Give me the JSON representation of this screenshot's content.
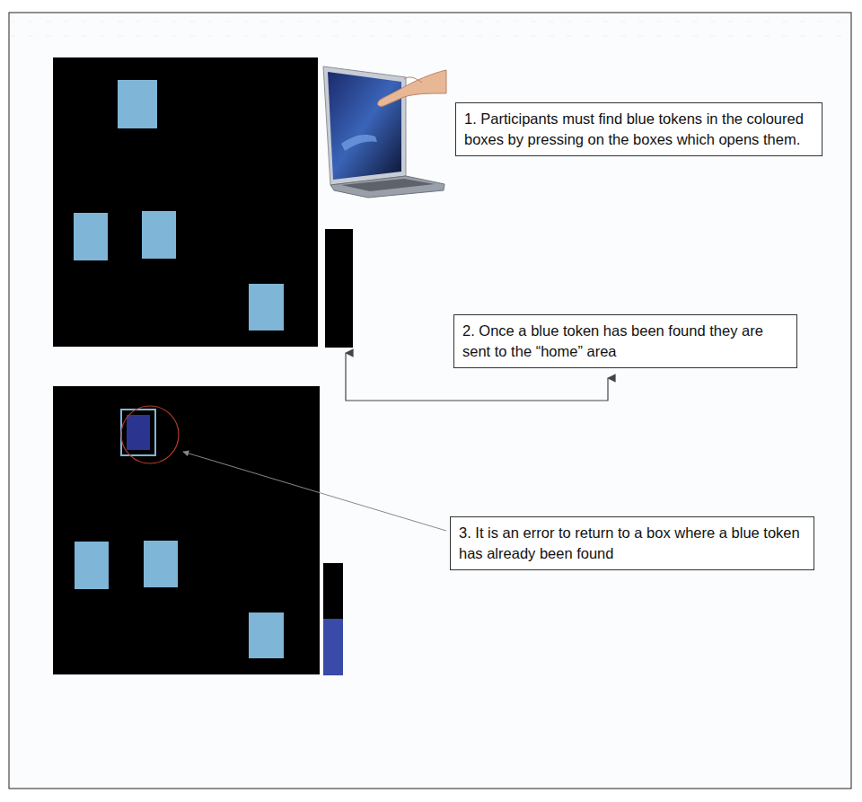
{
  "diagram": {
    "nodes": [
      {
        "text": [
          "1. Participants must find blue tokens in the coloured boxes by pressing on the boxes which opens them."
        ]
      },
      {
        "text": [
          "2. Once a blue token has been found they are sent to the “home” area"
        ]
      },
      {
        "text": [
          "3. It is an error to return to a box where a blue token has already been found"
        ]
      }
    ]
  }
}
